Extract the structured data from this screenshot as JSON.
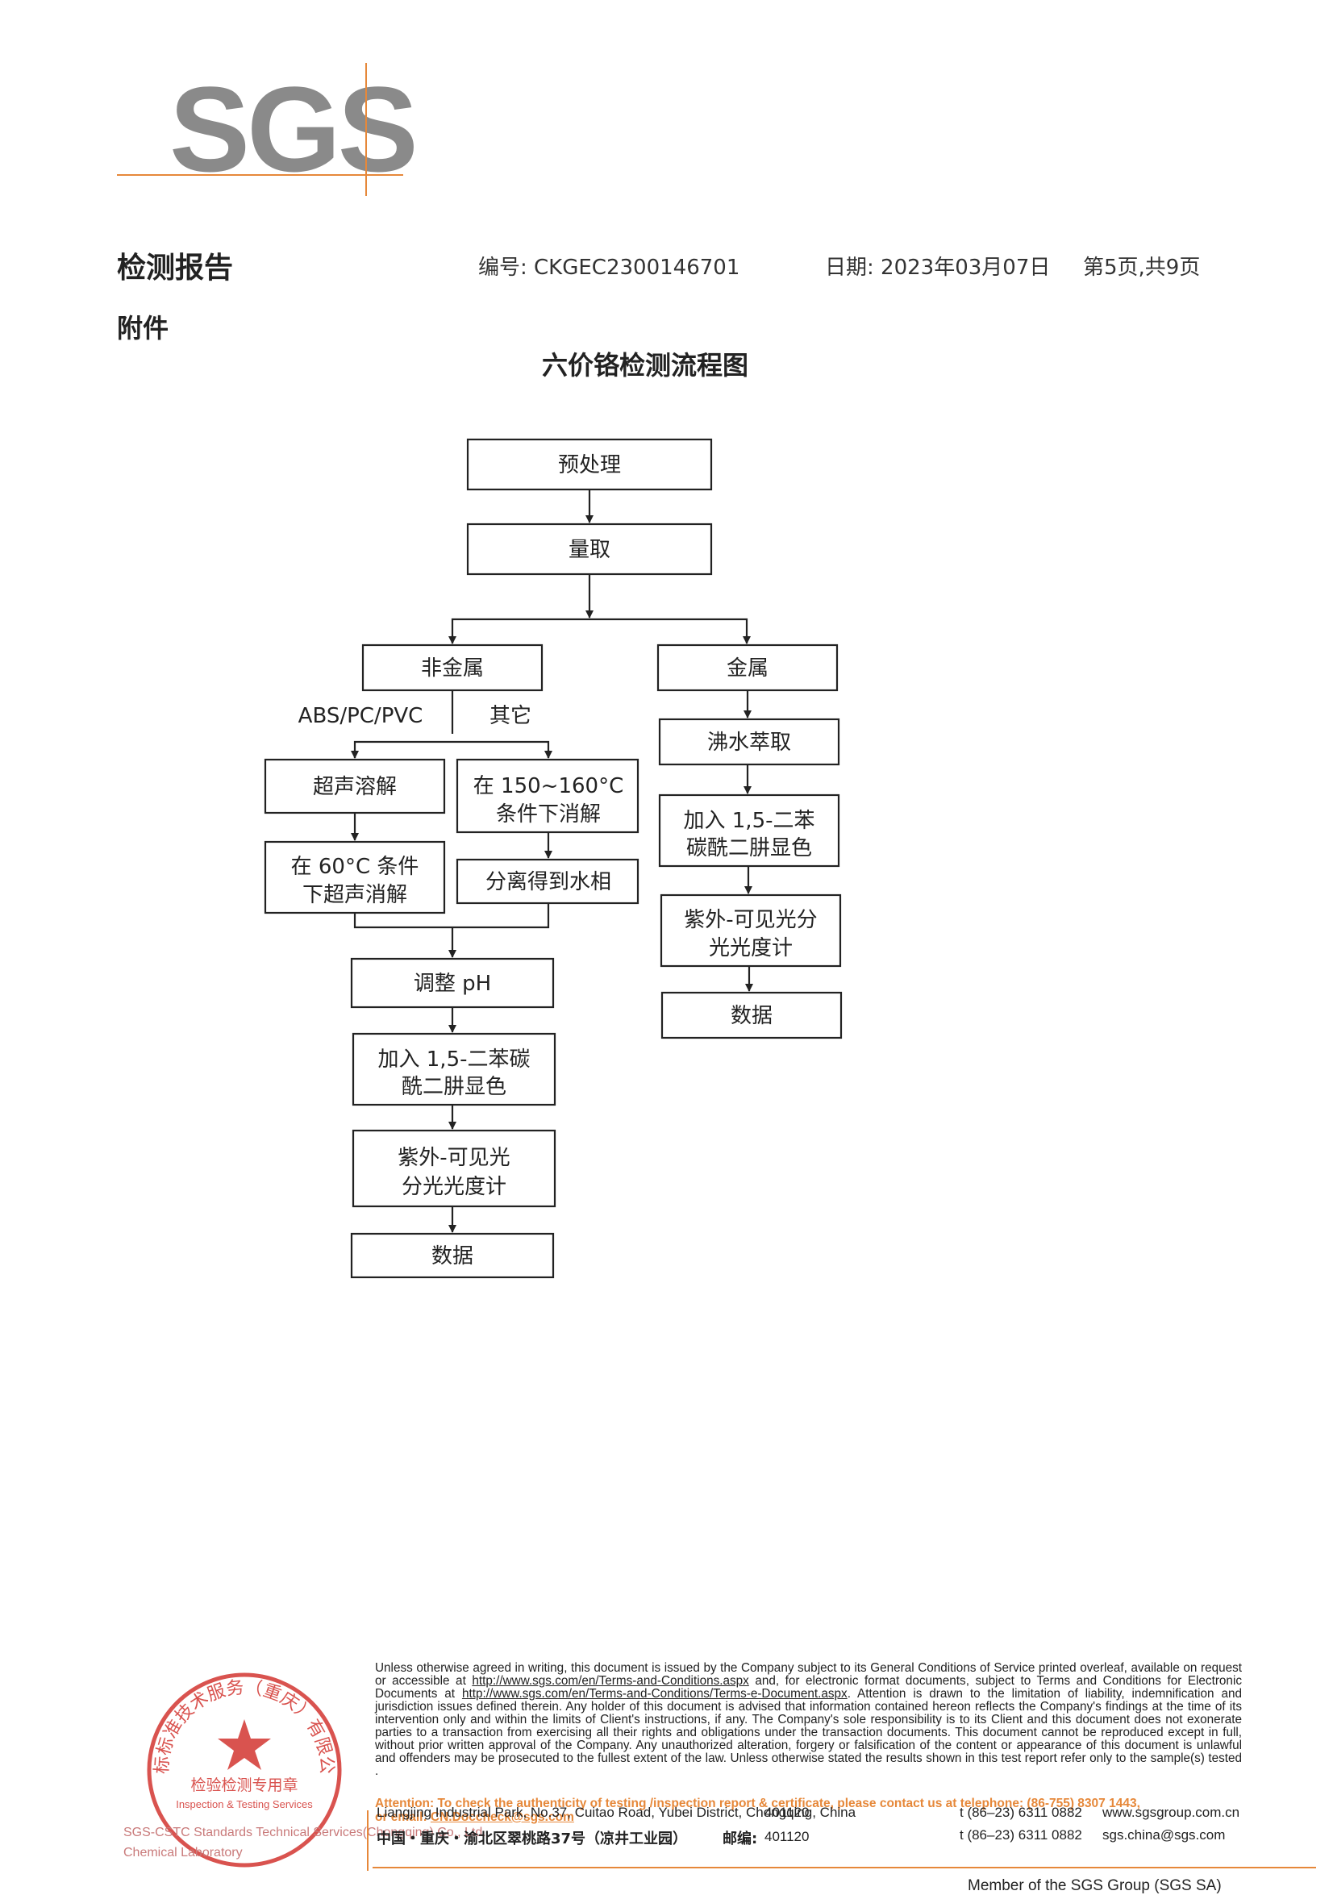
{
  "logo": {
    "text": "SGS",
    "accent": "#e6883a",
    "color": "#8a8a8a"
  },
  "header": {
    "title": "检测报告",
    "report_no": "编号: CKGEC2300146701",
    "date": "日期: 2023年03月07日",
    "page": "第5页,共9页"
  },
  "annex": "附件",
  "chart_title": "六价铬检测流程图",
  "flow": {
    "pretreat": "预处理",
    "measure": "量取",
    "nonmetal": "非金属",
    "metal": "金属",
    "abs_label": "ABS/PC/PVC",
    "other_label": "其它",
    "ultra_dissolve": "超声溶解",
    "digest_line1": "在 150~160°C",
    "digest_line2": "条件下消解",
    "ultra60_line1": "在 60°C 条件",
    "ultra60_line2": "下超声消解",
    "separate": "分离得到水相",
    "boil": "沸水萃取",
    "m_color_line1": "加入 1,5-二苯",
    "m_color_line2": "碳酰二肼显色",
    "m_uv_line1": "紫外-可见光分",
    "m_uv_line2": "光光度计",
    "m_data": "数据",
    "ph": "调整 pH",
    "n_color_line1": "加入 1,5-二苯碳",
    "n_color_line2": "酰二肼显色",
    "n_uv_line1": "紫外-可见光",
    "n_uv_line2": "分光光度计",
    "n_data": "数据"
  },
  "stamp": {
    "arc_text": "通标标准技术服务（重庆）有限公司",
    "center_text": "检验检测专用章",
    "en_text": "Inspection & Testing Services",
    "color": "#d9534f"
  },
  "footer": {
    "disclaimer_1": "Unless otherwise agreed in writing, this document is issued by the Company subject to its General Conditions of Service printed overleaf, available on request or accessible at ",
    "url_1": "http://www.sgs.com/en/Terms-and-Conditions.aspx",
    "disclaimer_2": " and, for electronic format documents, subject to Terms and Conditions for Electronic Documents at ",
    "url_2": "http://www.sgs.com/en/Terms-and-Conditions/Terms-e-Document.aspx",
    "disclaimer_3": ". Attention is drawn to the limitation of liability, indemnification and jurisdiction issues defined therein. Any holder of this document is advised that information contained hereon reflects the Company's findings at the time of its intervention only and within the limits of Client's instructions, if any. The Company's sole responsibility is to its Client and this document does not exonerate parties to a transaction from exercising all their rights and obligations under the transaction documents. This document cannot be reproduced except in full, without prior written approval of the Company. Any unauthorized alteration, forgery or falsification of the content or appearance of this document is unlawful and offenders may be prosecuted to the fullest extent of the law. Unless otherwise stated the results shown in this test report refer only to the sample(s) tested .",
    "attention_1": "Attention: To check the authenticity of testing /inspection report & certificate, please contact us at telephone: (86-755) 8307 1443,",
    "attention_2a": "or email: ",
    "attention_email": "CN.Doccheck@sgs.com",
    "lab_line1": "SGS-CSTC Standards Technical Services(Chongqing) Co., Ltd.",
    "lab_line2": "Chemical Laboratory",
    "addr_en": "Liangjing Industrial Park, No.37, Cuitao Road, Yubei District, Chongqing, China",
    "addr_cn": "中国・重庆・渝北区翠桃路37号（凉井工业园）",
    "postcode_en": "401120",
    "postcode_cn_label": "邮编:",
    "postcode_cn": "401120",
    "tel_1": "t (86–23) 6311 0882",
    "tel_2": "t (86–23) 6311 0882",
    "web": "www.sgsgroup.com.cn",
    "email": "sgs.china@sgs.com",
    "member": "Member of the SGS Group (SGS SA)"
  }
}
